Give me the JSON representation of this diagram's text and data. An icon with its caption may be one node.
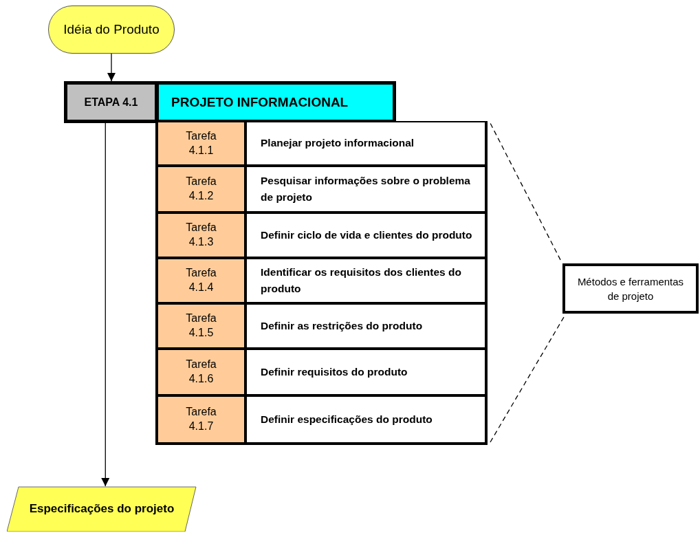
{
  "diagram": {
    "nodes": [
      {
        "text": [
          "Idéia do Produto"
        ]
      },
      {
        "text": [
          "ETAPA 4.1"
        ]
      },
      {
        "text": [
          "PROJETO INFORMACIONAL"
        ]
      },
      {
        "text": [],
        "shape": "box"
      },
      {
        "text": [
          "Tarefa 4.1.1"
        ],
        "in": 3
      },
      {
        "text": [
          "Planejar projeto informacional"
        ],
        "in": 3
      },
      {
        "text": [
          "Tarefa 4.1.2"
        ],
        "in": 3
      },
      {
        "text": [
          "Pesquisar informações sobre o problema de projeto"
        ],
        "in": 3
      },
      {
        "text": [
          "Tarefa 4.1.3"
        ],
        "in": 3
      },
      {
        "text": [
          "Definir ciclo de vida e clientes do produto"
        ],
        "in": 3
      },
      {
        "text": [
          "Tarefa 4.1.4"
        ],
        "in": 3
      },
      {
        "text": [
          "Identificar os requisitos dos clientes do produto"
        ],
        "in": 3
      },
      {
        "text": [
          "Tarefa 4.1.5"
        ],
        "in": 3
      },
      {
        "text": [
          "Definir as restrições do produto"
        ],
        "in": 3
      },
      {
        "text": [
          "Tarefa 4.1.6"
        ],
        "in": 3
      },
      {
        "text": [
          "Definir requisitos do produto"
        ],
        "in": 3
      },
      {
        "text": [
          "Tarefa 4.1.7"
        ],
        "in": 3
      },
      {
        "text": [
          "Definir especificações do produto"
        ],
        "in": 3
      },
      {
        "text": [
          "Métodos e ferramentas de projeto"
        ]
      },
      {
        "text": [
          "Especificações do projeto"
        ]
      }
    ],
    "edges": [
      {
        "from": 0,
        "to": 1,
        "arrow": "to"
      },
      {
        "from": 1,
        "to": 19,
        "arrow": "to"
      },
      {
        "from": 18,
        "to": 3,
        "arrow": "none",
        "style": "dashed"
      },
      {
        "from": 18,
        "to": 3,
        "arrow": "none",
        "style": "dashed"
      }
    ]
  }
}
